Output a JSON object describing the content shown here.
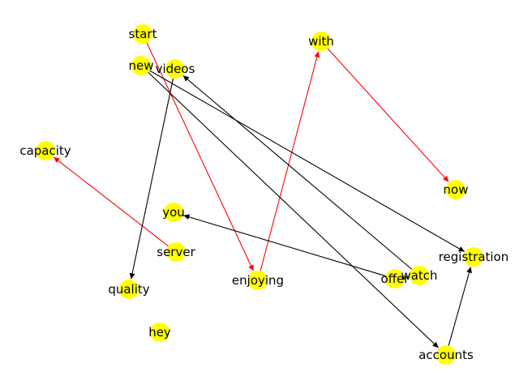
{
  "graph": {
    "directed": true,
    "colors": {
      "node": "#ffff00",
      "edge_default": "#000000",
      "edge_highlight": "#ff0000",
      "label": "#000000"
    },
    "nodes": [
      {
        "id": "start",
        "label": "start"
      },
      {
        "id": "with",
        "label": "with"
      },
      {
        "id": "new",
        "label": "new"
      },
      {
        "id": "videos",
        "label": "videos"
      },
      {
        "id": "capacity",
        "label": "capacity"
      },
      {
        "id": "now",
        "label": "now"
      },
      {
        "id": "you",
        "label": "you"
      },
      {
        "id": "server",
        "label": "server"
      },
      {
        "id": "registration",
        "label": "registration"
      },
      {
        "id": "offer",
        "label": "offer"
      },
      {
        "id": "watch",
        "label": "watch"
      },
      {
        "id": "enjoying",
        "label": "enjoying"
      },
      {
        "id": "quality",
        "label": "quality"
      },
      {
        "id": "hey",
        "label": "hey"
      },
      {
        "id": "accounts",
        "label": "accounts"
      }
    ],
    "edges": [
      {
        "from": "start",
        "to": "enjoying",
        "color": "red"
      },
      {
        "from": "enjoying",
        "to": "with",
        "color": "red"
      },
      {
        "from": "with",
        "to": "now",
        "color": "red"
      },
      {
        "from": "server",
        "to": "capacity",
        "color": "red"
      },
      {
        "from": "videos",
        "to": "quality",
        "color": "black"
      },
      {
        "from": "new",
        "to": "registration",
        "color": "black"
      },
      {
        "from": "new",
        "to": "accounts",
        "color": "black"
      },
      {
        "from": "watch",
        "to": "videos",
        "color": "black"
      },
      {
        "from": "offer",
        "to": "you",
        "color": "black"
      },
      {
        "from": "accounts",
        "to": "registration",
        "color": "black"
      }
    ]
  }
}
